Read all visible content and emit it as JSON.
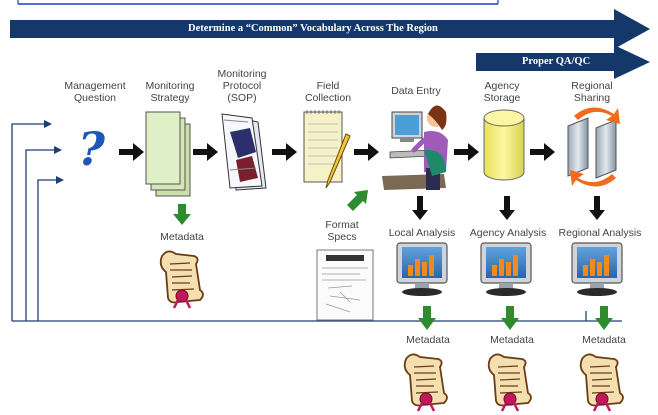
{
  "banners": {
    "top": "Determine a “Common” Vocabulary Across The Region",
    "qa": "Proper QA/QC"
  },
  "steps": [
    {
      "label": "Management\nQuestion",
      "icon": "question-mark-icon"
    },
    {
      "label": "Monitoring\nStrategy",
      "icon": "documents-stack-icon"
    },
    {
      "label": "Monitoring\nProtocol\n(SOP)",
      "icon": "protocol-document-icon"
    },
    {
      "label": "Field\nCollection",
      "icon": "notepad-pencil-icon"
    },
    {
      "label": "Data Entry",
      "icon": "person-computer-icon"
    },
    {
      "label": "Agency\nStorage",
      "icon": "database-cylinder-icon"
    },
    {
      "label": "Regional\nSharing",
      "icon": "servers-sync-icon"
    }
  ],
  "format_specs": "Format\nSpecs",
  "metadata_label": "Metadata",
  "analyses": [
    "Local Analysis",
    "Agency Analysis",
    "Regional Analysis"
  ],
  "colors": {
    "banner": "#14386a",
    "arrow": "#111111",
    "green_arrow": "#2e8b2e",
    "cylinder": "#f4f07a",
    "note_paper": "#f7f1c8",
    "strategy_doc": "#d9ecbf",
    "chart_bar": "#f08a1c",
    "monitor_screen": "#3a7fc0",
    "link": "#1a3fbf"
  }
}
